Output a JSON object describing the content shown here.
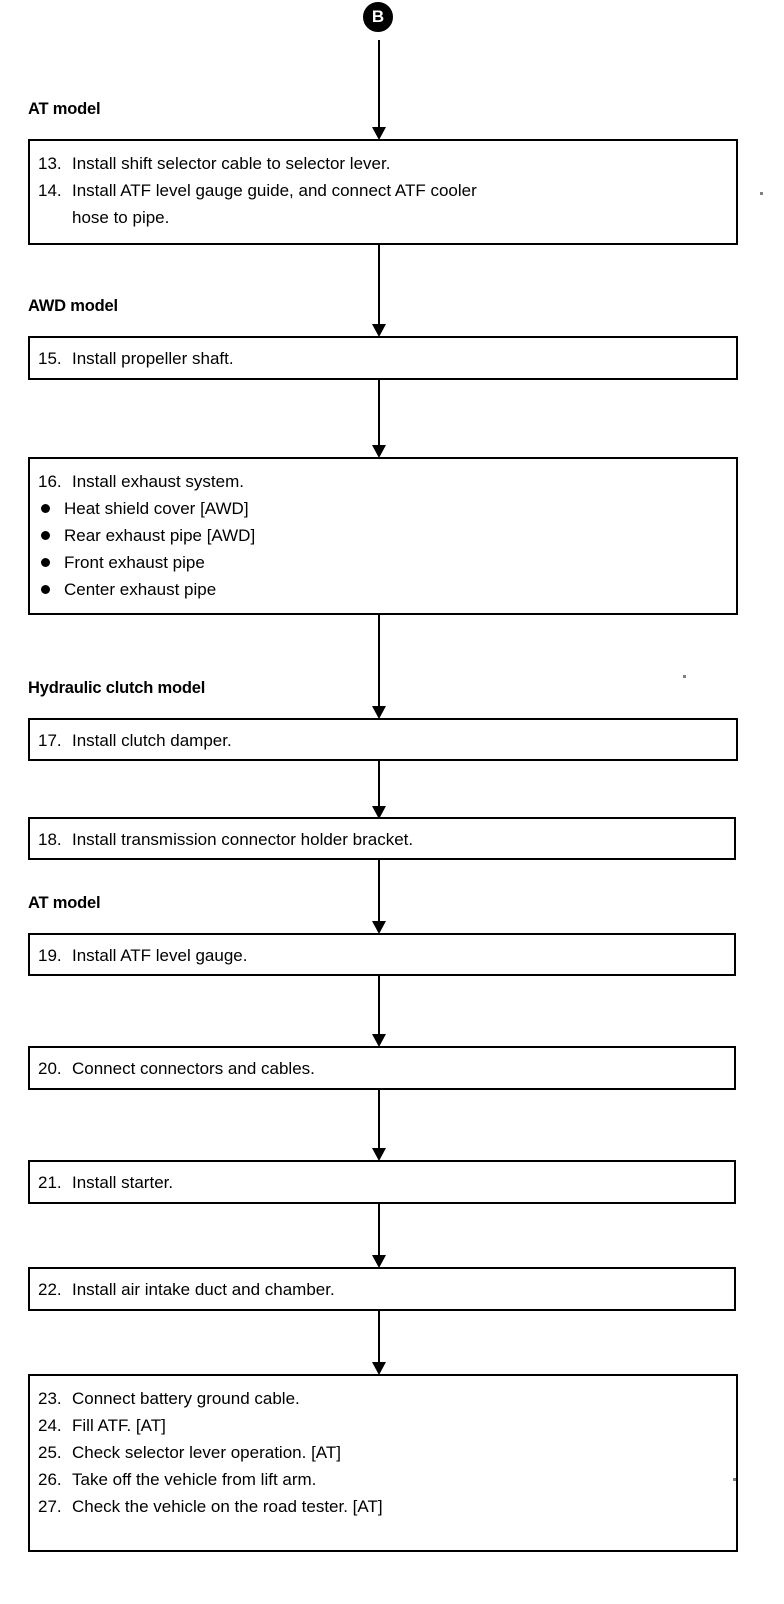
{
  "document": {
    "type": "procedure-flowchart",
    "connector_label": "B"
  },
  "sections": [
    {
      "id": "sec-at-1",
      "label": "AT model"
    },
    {
      "id": "sec-awd",
      "label": "AWD model"
    },
    {
      "id": "sec-hydraulic",
      "label": "Hydraulic clutch model"
    },
    {
      "id": "sec-at-2",
      "label": "AT model"
    }
  ],
  "boxes": [
    {
      "id": "box-13-14",
      "steps": [
        {
          "num": "13.",
          "text": "Install shift selector cable to selector lever."
        },
        {
          "num": "14.",
          "text": "Install ATF level gauge guide, and connect ATF cooler",
          "cont": "hose to pipe."
        }
      ]
    },
    {
      "id": "box-15",
      "steps": [
        {
          "num": "15.",
          "text": "Install propeller shaft."
        }
      ]
    },
    {
      "id": "box-16",
      "steps": [
        {
          "num": "16.",
          "text": "Install exhaust system."
        }
      ],
      "bullets": [
        "Heat shield cover [AWD]",
        "Rear exhaust pipe [AWD]",
        "Front exhaust pipe",
        "Center exhaust pipe"
      ]
    },
    {
      "id": "box-17",
      "steps": [
        {
          "num": "17.",
          "text": "Install clutch damper."
        }
      ]
    },
    {
      "id": "box-18",
      "steps": [
        {
          "num": "18.",
          "text": "Install transmission connector holder bracket."
        }
      ]
    },
    {
      "id": "box-19",
      "steps": [
        {
          "num": "19.",
          "text": "Install ATF level gauge."
        }
      ]
    },
    {
      "id": "box-20",
      "steps": [
        {
          "num": "20.",
          "text": "Connect connectors and cables."
        }
      ]
    },
    {
      "id": "box-21",
      "steps": [
        {
          "num": "21.",
          "text": "Install starter."
        }
      ]
    },
    {
      "id": "box-22",
      "steps": [
        {
          "num": "22.",
          "text": "Install air intake duct and chamber."
        }
      ]
    },
    {
      "id": "box-23-27",
      "steps": [
        {
          "num": "23.",
          "text": "Connect battery ground cable."
        },
        {
          "num": "24.",
          "text": "Fill ATF. [AT]"
        },
        {
          "num": "25.",
          "text": "Check selector lever operation. [AT]"
        },
        {
          "num": "26.",
          "text": "Take off the vehicle from lift arm."
        },
        {
          "num": "27.",
          "text": "Check the vehicle on the road tester. [AT]"
        }
      ]
    }
  ],
  "colors": {
    "ink": "#000000",
    "paper": "#ffffff"
  }
}
